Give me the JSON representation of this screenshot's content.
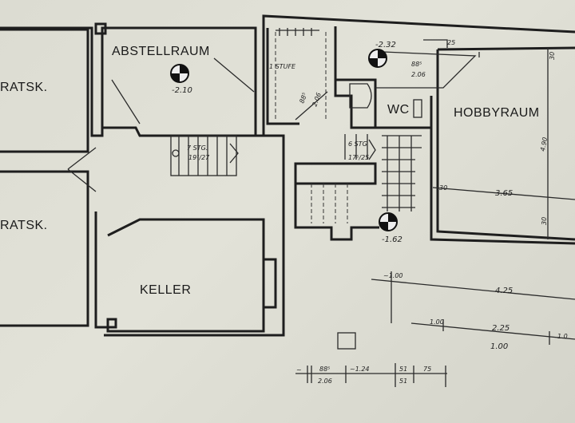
{
  "rooms": {
    "vorratsk_top": "RATSK.",
    "vorratsk_bottom": "RATSK.",
    "abstellraum": "ABSTELLRAUM",
    "keller": "KELLER",
    "wc": "WC",
    "hobbyraum": "HOBBYRAUM"
  },
  "levels": {
    "abstellraum": "-2.10",
    "upper_right": "-2.32",
    "lower": "-1.62"
  },
  "annotations": {
    "stufe": "1 STUFE",
    "stair1_count": "7 STG.",
    "stair1_ratio": "19⁷/27",
    "stair2_count": "6 STG",
    "stair2_ratio": "17⁵/25",
    "door_diag_top": "88⁵",
    "door_diag_bottom": "2.06",
    "door_wc_top": "88⁵",
    "door_wc_bottom": "2.06"
  },
  "dimensions": {
    "d25": "25",
    "d30_top": "30",
    "d490": "4.90",
    "d30_left": "30",
    "d365": "3.65",
    "d30_bottom": "30",
    "approx_100": "~1.00",
    "d425": "4.25",
    "d100_a": "1.00",
    "d225": "2.25",
    "d100_b": "1.00",
    "d100_c": "1.0",
    "bottom": [
      "~",
      "88⁵",
      "2.06",
      "~1.24",
      "51",
      "51",
      "75"
    ]
  }
}
